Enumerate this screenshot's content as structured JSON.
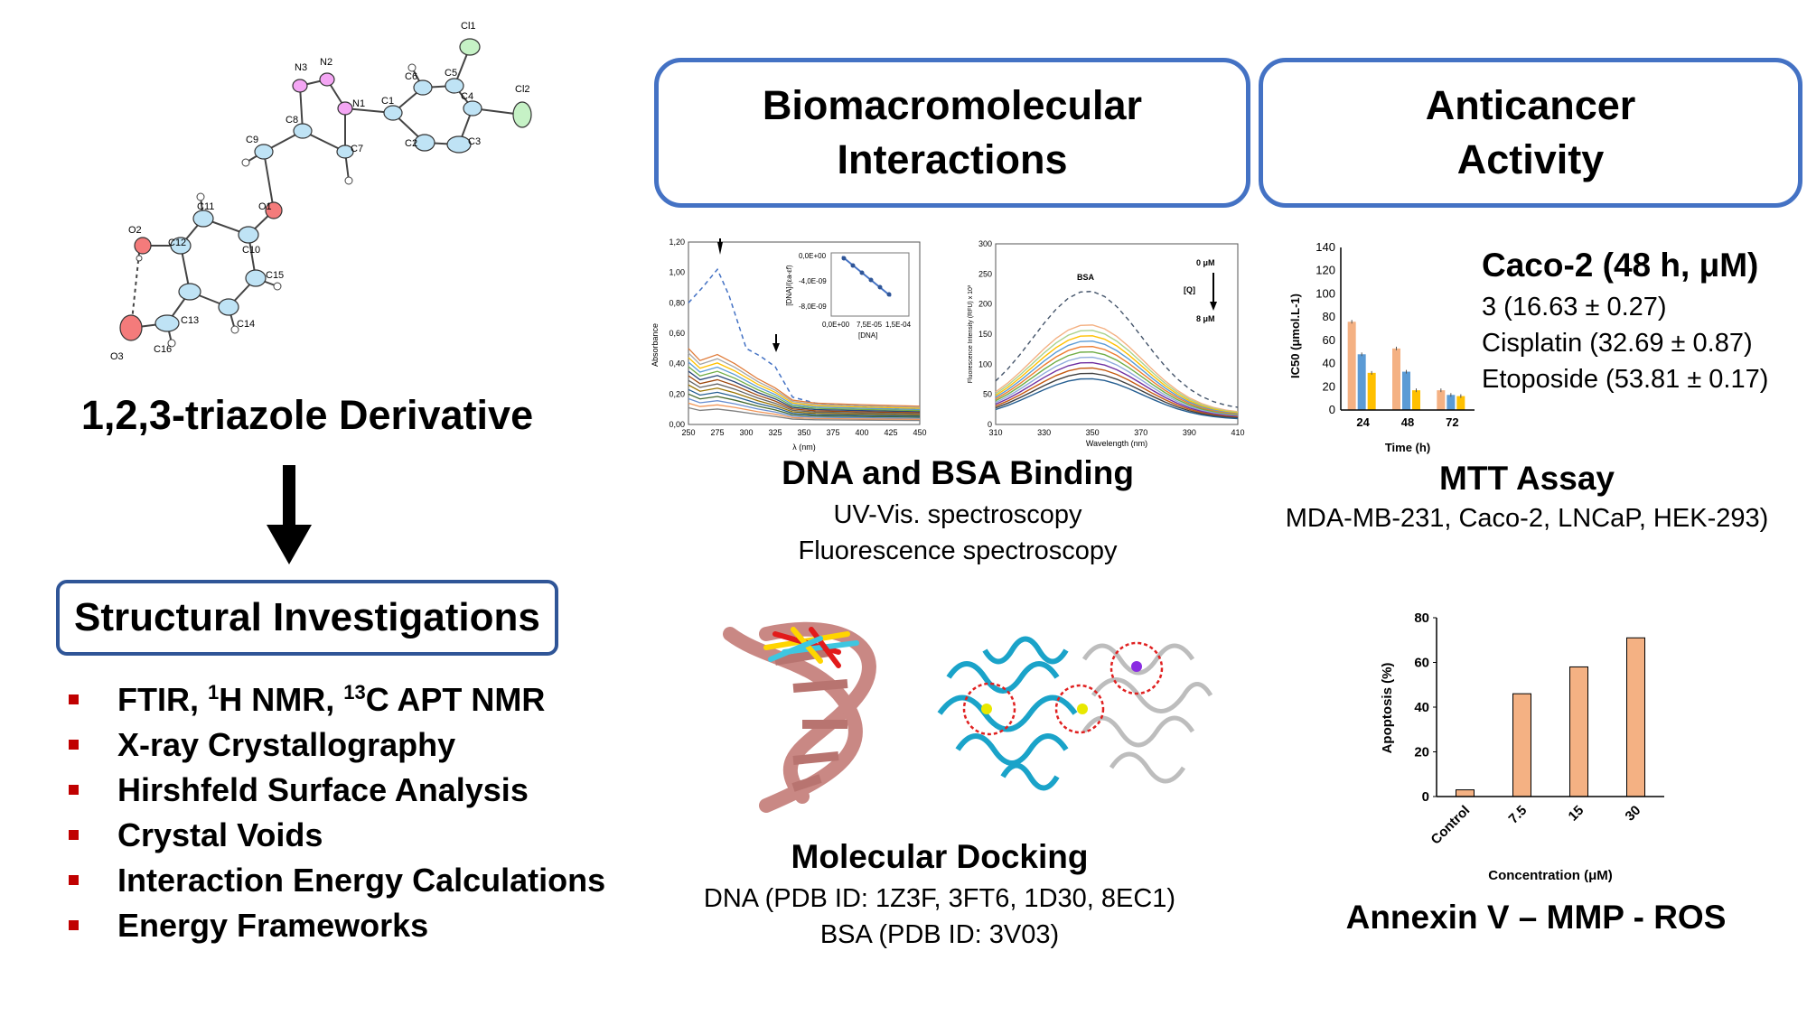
{
  "left": {
    "compound_title": "1,2,3-triazole Derivative",
    "atom_labels": [
      "Cl1",
      "Cl2",
      "N2",
      "N3",
      "N1",
      "C1",
      "C2",
      "C3",
      "C4",
      "C5",
      "C6",
      "C7",
      "C8",
      "C9",
      "O1",
      "C10",
      "C11",
      "C12",
      "O2",
      "C13",
      "C14",
      "C15",
      "C16",
      "O3",
      "H"
    ],
    "structural_box_title": "Structural Investigations",
    "techniques": [
      {
        "pre": "FTIR, ",
        "sup1": "1",
        "mid": "H NMR, ",
        "sup2": "13",
        "post": "C APT NMR"
      },
      {
        "text": "X-ray Crystallography"
      },
      {
        "text": "Hirshfeld Surface Analysis"
      },
      {
        "text": "Crystal Voids"
      },
      {
        "text": "Interaction Energy Calculations"
      },
      {
        "text": "Energy Frameworks"
      }
    ],
    "bullet_color": "#c00000"
  },
  "middle": {
    "header_line1": "Biomacromolecular",
    "header_line2": "Interactions",
    "binding_title": "DNA and BSA Binding",
    "binding_sub1": "UV-Vis. spectroscopy",
    "binding_sub2": "Fluorescence spectroscopy",
    "docking_title": "Molecular Docking",
    "docking_sub1": "DNA (PDB ID: 1Z3F, 3FT6, 1D30, 8EC1)",
    "docking_sub2": "BSA (PDB ID: 3V03)"
  },
  "right": {
    "header_line1": "Anticancer",
    "header_line2": "Activity",
    "caco_title": "Caco-2 (48 h, μM)",
    "caco_lines": [
      "3 (16.63 ± 0.27)",
      "Cisplatin (32.69 ± 0.87)",
      "Etoposide (53.81 ± 0.17)"
    ],
    "mtt_title": "MTT Assay",
    "mtt_sub": "MDA-MB-231, Caco-2, LNCaP, HEK-293)",
    "annexin_title": "Annexin V – MMP - ROS"
  },
  "colors": {
    "box_border": "#4472c4",
    "bar_orange": "#f4b183",
    "bar_blue": "#5b9bd5",
    "bar_yellow": "#ffc000"
  },
  "chart_data": [
    {
      "type": "line",
      "xlabel": "λ (nm)",
      "ylabel": "Absorbance",
      "xlim": [
        250,
        450
      ],
      "ylim": [
        0,
        1.2
      ],
      "x_ticks": [
        "250",
        "275",
        "300",
        "325",
        "350",
        "375",
        "400",
        "425",
        "450"
      ],
      "y_ticks": [
        "0,00",
        "0,20",
        "0,40",
        "0,60",
        "0,80",
        "1,00",
        "1,20"
      ],
      "inset": {
        "ylabel": "[DNA]/(εa-εf)",
        "xlabel": "[DNA]",
        "y_ticks": [
          "0,0E+00",
          "-4,0E-09",
          "-8,0E-09"
        ],
        "x_ticks": [
          "0,0E+00",
          "7,5E-05",
          "1,5E-04"
        ]
      }
    },
    {
      "type": "line",
      "xlabel": "Wavelength (nm)",
      "ylabel": "Fluorescence Intensity (RFU) x 10³",
      "xlim": [
        310,
        410
      ],
      "ylim": [
        0,
        300
      ],
      "x_ticks": [
        "310",
        "330",
        "350",
        "370",
        "390",
        "410"
      ],
      "y_ticks": [
        "0",
        "50",
        "100",
        "150",
        "200",
        "250",
        "300"
      ],
      "annotations": [
        "BSA",
        "0 μM",
        "[Q]",
        "8 μM"
      ]
    },
    {
      "type": "bar",
      "xlabel": "Time (h)",
      "ylabel": "IC50 (μmol.L-1)",
      "categories": [
        "24",
        "48",
        "72"
      ],
      "ylim": [
        0,
        140
      ],
      "y_ticks": [
        "0",
        "20",
        "40",
        "60",
        "80",
        "100",
        "120",
        "140"
      ],
      "series": [
        {
          "values": [
            76,
            53,
            17
          ]
        },
        {
          "values": [
            48,
            33,
            13
          ]
        },
        {
          "values": [
            32,
            17,
            12
          ]
        }
      ]
    },
    {
      "type": "bar",
      "xlabel": "Concentration (μM)",
      "ylabel": "Apoptosis (%)",
      "categories": [
        "Control",
        "7.5",
        "15",
        "30"
      ],
      "values": [
        3,
        46,
        58,
        71
      ],
      "ylim": [
        0,
        80
      ],
      "y_ticks": [
        "0",
        "20",
        "40",
        "60",
        "80"
      ]
    }
  ]
}
